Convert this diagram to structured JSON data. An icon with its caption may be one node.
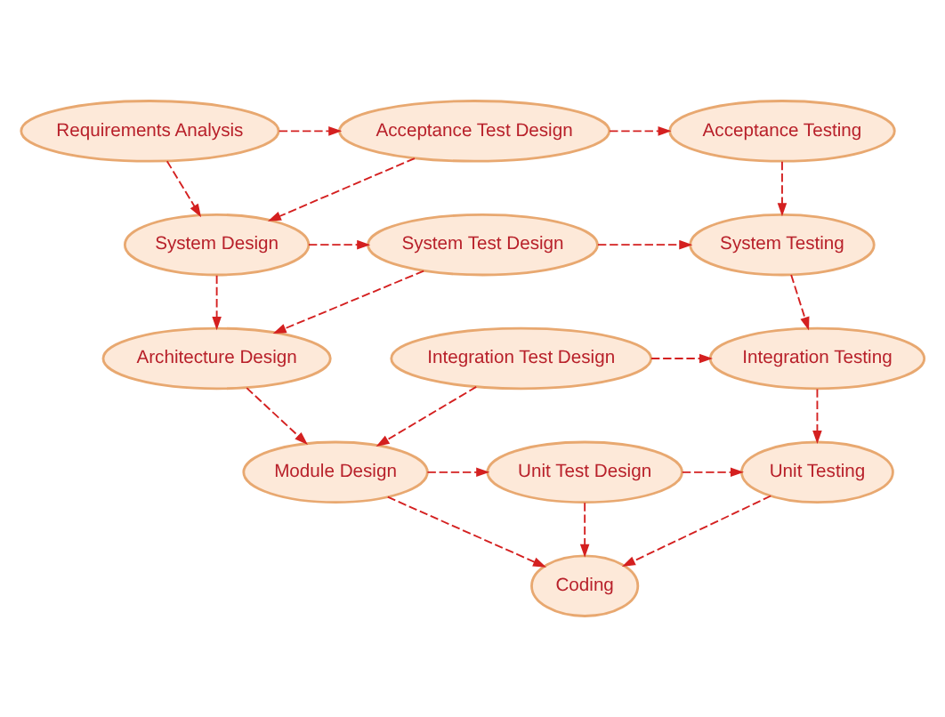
{
  "diagram": {
    "nodes": [
      {
        "text": [
          "Requirements Analysis"
        ]
      },
      {
        "text": [
          "System Design"
        ]
      },
      {
        "text": [
          "Architecture Design"
        ]
      },
      {
        "text": [
          "Module Design"
        ]
      },
      {
        "text": [
          "Acceptance Test Design"
        ]
      },
      {
        "text": [
          "System Test Design"
        ]
      },
      {
        "text": [
          "Integration Test Design"
        ]
      },
      {
        "text": [
          "Unit Test Design"
        ]
      },
      {
        "text": [
          "Coding"
        ]
      },
      {
        "text": [
          "Acceptance Testing"
        ]
      },
      {
        "text": [
          "System Testing"
        ]
      },
      {
        "text": [
          "Integration Testing"
        ]
      },
      {
        "text": [
          "Unit Testing"
        ]
      }
    ],
    "edges": [
      {
        "from": 0,
        "to": 4,
        "arrow": "to",
        "style": "dashed"
      },
      {
        "from": 4,
        "to": 9,
        "arrow": "to",
        "style": "dashed"
      },
      {
        "from": 0,
        "to": 1,
        "arrow": "to",
        "style": "dashed"
      },
      {
        "from": 4,
        "to": 1,
        "arrow": "to",
        "style": "dashed"
      },
      {
        "from": 9,
        "to": 10,
        "arrow": "to",
        "style": "dashed"
      },
      {
        "from": 1,
        "to": 5,
        "arrow": "to",
        "style": "dashed"
      },
      {
        "from": 5,
        "to": 10,
        "arrow": "to",
        "style": "dashed"
      },
      {
        "from": 1,
        "to": 2,
        "arrow": "to",
        "style": "dashed"
      },
      {
        "from": 5,
        "to": 2,
        "arrow": "to",
        "style": "dashed"
      },
      {
        "from": 10,
        "to": 11,
        "arrow": "to",
        "style": "dashed"
      },
      {
        "from": 6,
        "to": 11,
        "arrow": "to",
        "style": "dashed"
      },
      {
        "from": 2,
        "to": 3,
        "arrow": "to",
        "style": "dashed"
      },
      {
        "from": 6,
        "to": 3,
        "arrow": "to",
        "style": "dashed"
      },
      {
        "from": 11,
        "to": 12,
        "arrow": "to",
        "style": "dashed"
      },
      {
        "from": 3,
        "to": 7,
        "arrow": "to",
        "style": "dashed"
      },
      {
        "from": 7,
        "to": 12,
        "arrow": "to",
        "style": "dashed"
      },
      {
        "from": 3,
        "to": 8,
        "arrow": "to",
        "style": "dashed"
      },
      {
        "from": 7,
        "to": 8,
        "arrow": "to",
        "style": "dashed"
      },
      {
        "from": 12,
        "to": 8,
        "arrow": "to",
        "style": "dashed"
      }
    ]
  }
}
